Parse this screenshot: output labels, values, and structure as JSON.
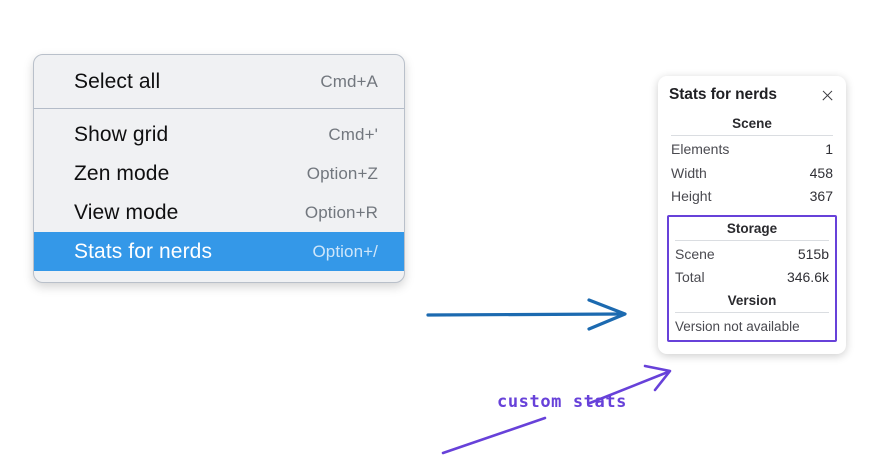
{
  "context_menu": {
    "groups": [
      {
        "items": [
          {
            "label": "Select all",
            "shortcut": "Cmd+A",
            "selected": false
          }
        ]
      },
      {
        "items": [
          {
            "label": "Show grid",
            "shortcut": "Cmd+'",
            "selected": false
          },
          {
            "label": "Zen mode",
            "shortcut": "Option+Z",
            "selected": false
          },
          {
            "label": "View mode",
            "shortcut": "Option+R",
            "selected": false
          },
          {
            "label": "Stats for nerds",
            "shortcut": "Option+/",
            "selected": true
          }
        ]
      }
    ],
    "highlight_color": "#3498e8"
  },
  "stats_panel": {
    "title": "Stats for nerds",
    "close_icon": "close-icon",
    "scene": {
      "heading": "Scene",
      "rows": [
        {
          "label": "Elements",
          "value": "1"
        },
        {
          "label": "Width",
          "value": "458"
        },
        {
          "label": "Height",
          "value": "367"
        }
      ]
    },
    "storage": {
      "heading": "Storage",
      "rows": [
        {
          "label": "Scene",
          "value": "515b"
        },
        {
          "label": "Total",
          "value": "346.6k"
        }
      ]
    },
    "version": {
      "heading": "Version",
      "note": "Version not available"
    },
    "highlight_border_color": "#6741d9"
  },
  "annotations": {
    "label": "custom stats",
    "label_color": "#6741d9",
    "blue_arrow_color": "#1c6ab0"
  }
}
